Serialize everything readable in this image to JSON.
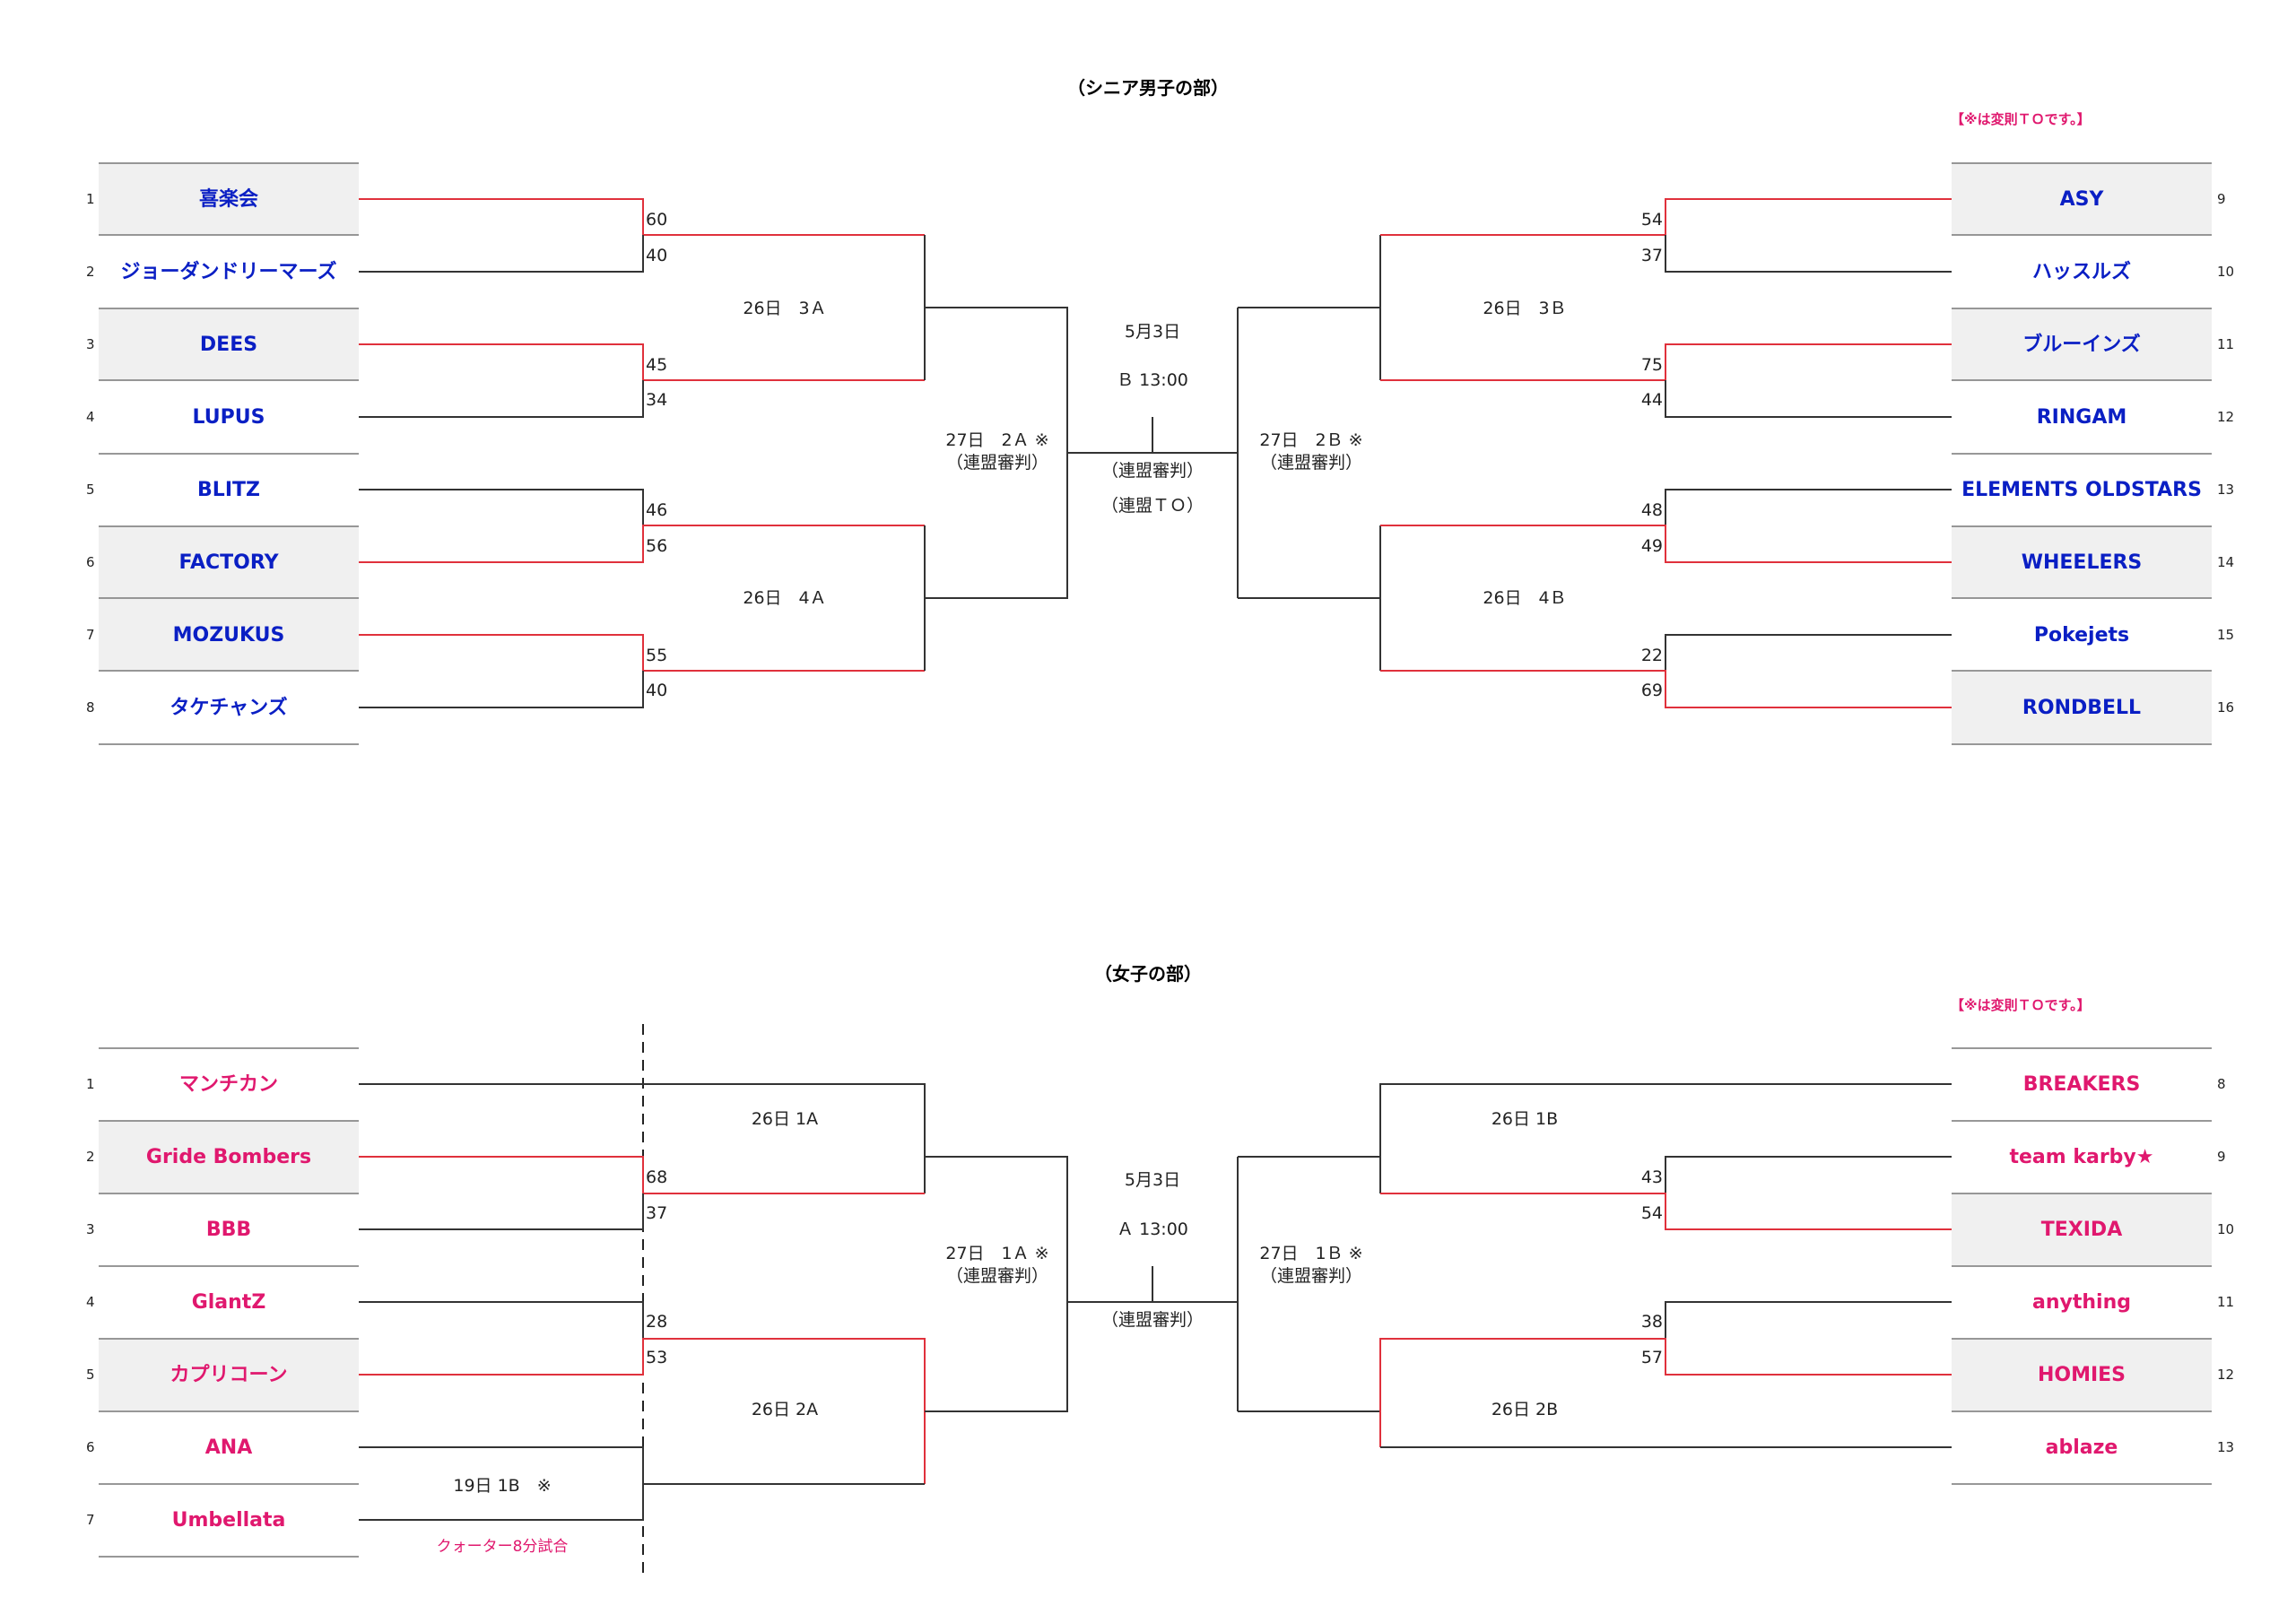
{
  "colors": {
    "win_line": "#e0313c",
    "line": "#333333",
    "senior_team": "#0a1fc4",
    "women_team": "#e0186e",
    "note": "#e0186e",
    "highlight_bg": "#f0f0f0"
  },
  "senior": {
    "title": "（シニア男子の部）",
    "note": "【※は変則ＴＯです。】",
    "left": [
      {
        "seed": "1",
        "name": "喜楽会"
      },
      {
        "seed": "2",
        "name": "ジョーダンドリーマーズ"
      },
      {
        "seed": "3",
        "name": "DEES"
      },
      {
        "seed": "4",
        "name": "LUPUS"
      },
      {
        "seed": "5",
        "name": "BLITZ"
      },
      {
        "seed": "6",
        "name": "FACTORY"
      },
      {
        "seed": "7",
        "name": "MOZUKUS"
      },
      {
        "seed": "8",
        "name": "タケチャンズ"
      }
    ],
    "right": [
      {
        "seed": "9",
        "name": "ASY"
      },
      {
        "seed": "10",
        "name": "ハッスルズ"
      },
      {
        "seed": "11",
        "name": "ブルーインズ"
      },
      {
        "seed": "12",
        "name": "RINGAM"
      },
      {
        "seed": "13",
        "name": "ELEMENTS OLDSTARS"
      },
      {
        "seed": "14",
        "name": "WHEELERS"
      },
      {
        "seed": "15",
        "name": "Pokejets"
      },
      {
        "seed": "16",
        "name": "RONDBELL"
      }
    ],
    "scores_left": [
      "60",
      "40",
      "45",
      "34",
      "46",
      "56",
      "55",
      "40"
    ],
    "scores_right": [
      "54",
      "37",
      "75",
      "44",
      "48",
      "49",
      "22",
      "69"
    ],
    "labels": {
      "l_r2_top": "26日　3Ａ",
      "l_r2_bot": "26日　4Ａ",
      "r_r2_top": "26日　3Ｂ",
      "r_r2_bot": "26日　4Ｂ",
      "l_semi": "27日　2Ａ ※",
      "l_semi_sub": "（連盟審判）",
      "r_semi": "27日　2Ｂ ※",
      "r_semi_sub": "（連盟審判）",
      "final_date": "5月3日",
      "final_time": "Ｂ 13:00",
      "final_sub1": "（連盟審判）",
      "final_sub2": "（連盟ＴＯ）"
    }
  },
  "women": {
    "title": "（女子の部）",
    "note": "【※は変則ＴＯです。】",
    "left": [
      {
        "seed": "1",
        "name": "マンチカン"
      },
      {
        "seed": "2",
        "name": "Gride Bombers"
      },
      {
        "seed": "3",
        "name": "BBB"
      },
      {
        "seed": "4",
        "name": "GlantZ"
      },
      {
        "seed": "5",
        "name": "カプリコーン"
      },
      {
        "seed": "6",
        "name": "ANA"
      },
      {
        "seed": "7",
        "name": "Umbellata"
      }
    ],
    "right": [
      {
        "seed": "8",
        "name": "BREAKERS"
      },
      {
        "seed": "9",
        "name": "team karby★"
      },
      {
        "seed": "10",
        "name": "TEXIDA"
      },
      {
        "seed": "11",
        "name": "anything"
      },
      {
        "seed": "12",
        "name": "HOMIES"
      },
      {
        "seed": "13",
        "name": "ablaze"
      }
    ],
    "scores_left": [
      "68",
      "37",
      "28",
      "53"
    ],
    "scores_right": [
      "43",
      "54",
      "38",
      "57"
    ],
    "labels": {
      "l_r2_top": "26日 1A",
      "l_r2_bot": "26日 2A",
      "r_r2_top": "26日 1B",
      "r_r2_bot": "26日 2B",
      "l_semi": "27日　1Ａ ※",
      "l_semi_sub": "（連盟審判）",
      "r_semi": "27日　1Ｂ ※",
      "r_semi_sub": "（連盟審判）",
      "final_date": "5月3日",
      "final_time": "Ａ 13:00",
      "final_sub1": "（連盟審判）",
      "r1_game": "19日 1B　※",
      "quarter_note": "クォーター8分試合"
    }
  }
}
